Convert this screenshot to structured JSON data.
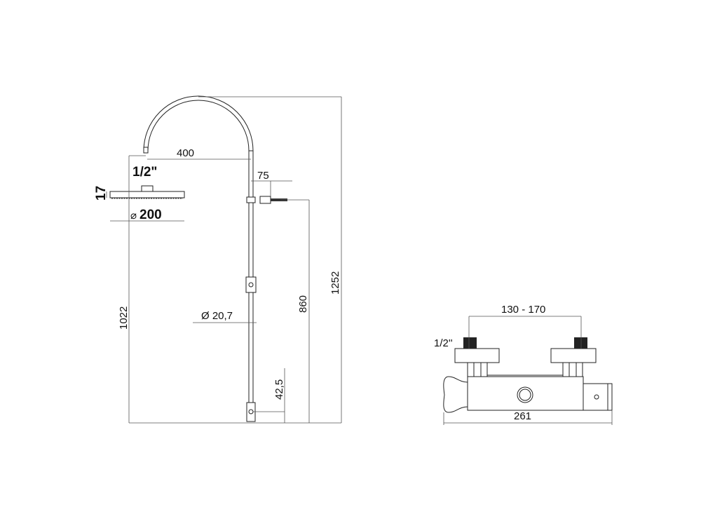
{
  "shower_column": {
    "dimensions": {
      "arm_reach": "400",
      "head_connection": "1/2\"",
      "head_thickness": "17",
      "head_diameter": "200",
      "outlet_offset": "75",
      "head_height": "1022",
      "outlet_height": "860",
      "total_height": "1252",
      "pipe_diameter": "Ø 20,7",
      "bottom_offset": "42,5"
    },
    "diameter_symbol": "⌀"
  },
  "thermostatic_valve": {
    "dimensions": {
      "inlet_spacing": "130 - 170",
      "inlet_thread": "1/2''",
      "width": "261"
    }
  }
}
